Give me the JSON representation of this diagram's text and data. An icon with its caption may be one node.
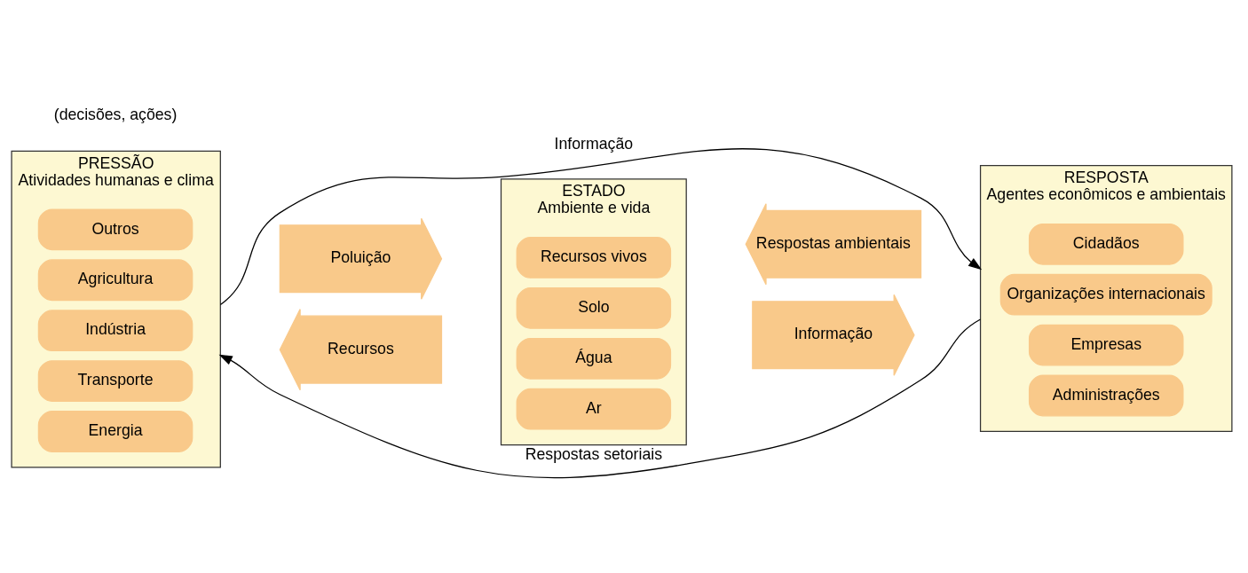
{
  "diagram": {
    "nodes": [
      {
        "text": [
          "PRESSÃO",
          "Atividades humanas e clima"
        ]
      },
      {
        "text": [
          "Energia"
        ],
        "in": 0
      },
      {
        "text": [
          "Transporte"
        ],
        "in": 0
      },
      {
        "text": [
          "Indústria"
        ],
        "in": 0
      },
      {
        "text": [
          "Agricultura"
        ],
        "in": 0
      },
      {
        "text": [
          "Outros"
        ],
        "in": 0
      },
      {
        "text": [
          "ESTADO",
          "Ambiente e vida"
        ]
      },
      {
        "text": [
          "Ar"
        ],
        "in": 6
      },
      {
        "text": [
          "Água"
        ],
        "in": 6
      },
      {
        "text": [
          "Solo"
        ],
        "in": 6
      },
      {
        "text": [
          "Recursos vivos"
        ],
        "in": 6
      },
      {
        "text": [
          "RESPOSTA",
          "Agentes econômicos e ambientais"
        ]
      },
      {
        "text": [
          "Administrações"
        ],
        "in": 11
      },
      {
        "text": [
          "Empresas"
        ],
        "in": 11
      },
      {
        "text": [
          "Organizações internacionais"
        ],
        "in": 11
      },
      {
        "text": [
          "Cidadãos"
        ],
        "in": 11
      },
      {
        "text": [
          "Recursos"
        ]
      },
      {
        "text": [
          "Poluição"
        ]
      },
      {
        "text": [
          "Informação"
        ]
      },
      {
        "text": [
          "Respostas ambientais"
        ]
      }
    ],
    "edges": [
      {
        "from": 0,
        "to": 11,
        "arrow": "to",
        "label": "Informação"
      },
      {
        "from": 11,
        "to": 0,
        "arrow": "to",
        "label": "Respostas setoriais"
      }
    ],
    "labels": [
      "(decisões, ações)"
    ]
  }
}
